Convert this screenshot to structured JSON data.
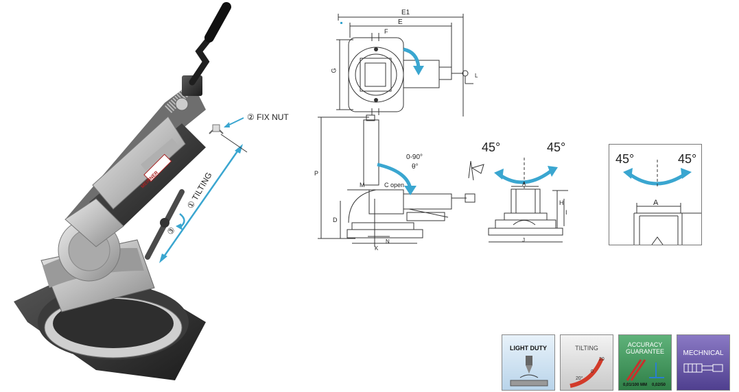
{
  "product": {
    "callout_fix_nut": "② FIX NUT",
    "callout_tilting": "① TILTING",
    "callout_three": "③",
    "brand_text": "MEINNER"
  },
  "top_view": {
    "dim_e1": "E1",
    "dim_e": "E",
    "dim_f": "F",
    "dim_g": "G",
    "dim_l": "L"
  },
  "side_view": {
    "dim_p": "P",
    "dim_m": "M",
    "dim_c_open": "C open",
    "dim_d": "D",
    "dim_n": "N",
    "dim_k": "K",
    "tilt_range": "0-90°",
    "tilt_theta": "θ°"
  },
  "front_view": {
    "angle_left": "45°",
    "angle_right": "45°",
    "dim_a": "A",
    "dim_h": "H",
    "dim_i": "I",
    "dim_j": "J"
  },
  "detail_view": {
    "angle_left": "45°",
    "angle_right": "45°",
    "dim_a": "A"
  },
  "badges": [
    {
      "label": "LIGHT DUTY"
    },
    {
      "label": "TILTING",
      "scale_left": "20°",
      "scale_mid": "0",
      "scale_right": "20"
    },
    {
      "label_line1": "ACCURACY",
      "label_line2": "GUARANTEE",
      "spec_left": "0,01/100 MM",
      "spec_right": "0,02/50"
    },
    {
      "label": "MECHNICAL"
    }
  ],
  "colors": {
    "arrow": "#3aa6d0",
    "line": "#333333",
    "badge_light_duty": "#cfe2f0",
    "badge_tilting": "#dcdcdc",
    "badge_accuracy": "#3f9a5a",
    "badge_mechnical": "#6b5aa8"
  }
}
